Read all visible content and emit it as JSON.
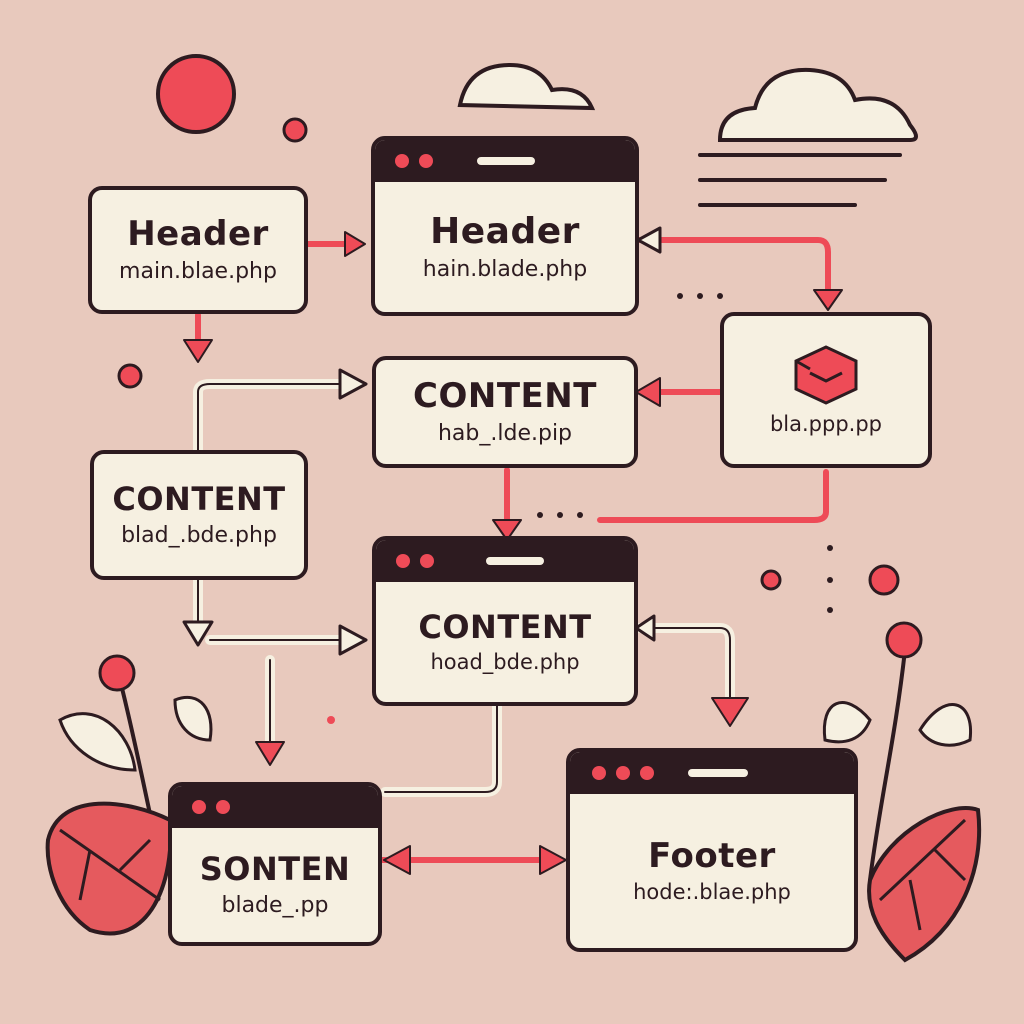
{
  "nodes": {
    "header_left": {
      "title": "Header",
      "file": "main.blae.php"
    },
    "header_top": {
      "title": "Header",
      "file": "hain.blade.php"
    },
    "content_mid": {
      "title": "CONTENT",
      "file": "hab_.lde.pip"
    },
    "content_left": {
      "title": "CONTENT",
      "file": "blad_.bde.php"
    },
    "blade_right": {
      "file": "bla.ppp.pp"
    },
    "content_win": {
      "title": "CONTENT",
      "file": "hoad_bde.php"
    },
    "sonten": {
      "title": "SONTEN",
      "file": "blade_.pp"
    },
    "footer": {
      "title": "Footer",
      "file": "hode:.blae.php"
    }
  },
  "colors": {
    "background": "#e8c9bd",
    "ink": "#2d1b20",
    "paper": "#f6f0e1",
    "accent": "#ee4b57",
    "leaf": "#e55a5e"
  }
}
